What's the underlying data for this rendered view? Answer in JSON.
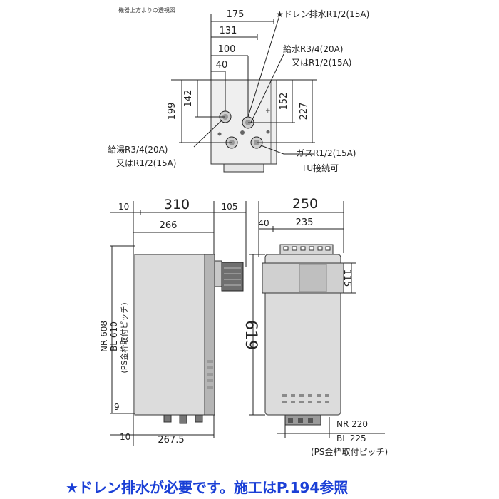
{
  "top_view": {
    "caption": "機器上方よりの透視図",
    "dims": {
      "w175": "175",
      "w131": "131",
      "w100": "100",
      "w40": "40",
      "h199": "199",
      "h142": "142",
      "h152": "152",
      "h227": "227"
    },
    "callouts": {
      "drain": "★ドレン排水R1/2(15A)",
      "supply_1": "給水R3/4(20A)",
      "supply_2": "又はR1/2(15A)",
      "hot_1": "給湯R3/4(20A)",
      "hot_2": "又はR1/2(15A)",
      "gas_1": "ガスR1/2(15A)",
      "gas_2": "TU接続可"
    }
  },
  "side_view": {
    "dims": {
      "d10_top": "10",
      "d310": "310",
      "d105": "105",
      "d266": "266",
      "d9": "9",
      "d10_bottom": "10",
      "d267_5": "267.5"
    },
    "pitch_label": {
      "line1": "NR 608",
      "line2": "BL 610",
      "line3": "(PS金枠取付ピッチ)"
    }
  },
  "front_view": {
    "dims": {
      "d250": "250",
      "d40": "40",
      "d235": "235",
      "d115": "115",
      "d619": "619"
    },
    "pitch_label": {
      "line1": "NR 220",
      "line2": "BL 225",
      "line3": "(PS金枠取付ピッチ)"
    }
  },
  "note": "★ドレン排水が必要です。施工はP.194参照",
  "colors": {
    "line": "#222222",
    "unit_fill": "#dcdcdc",
    "unit_dark": "#8a8a8a",
    "note": "#1a3fd6"
  }
}
